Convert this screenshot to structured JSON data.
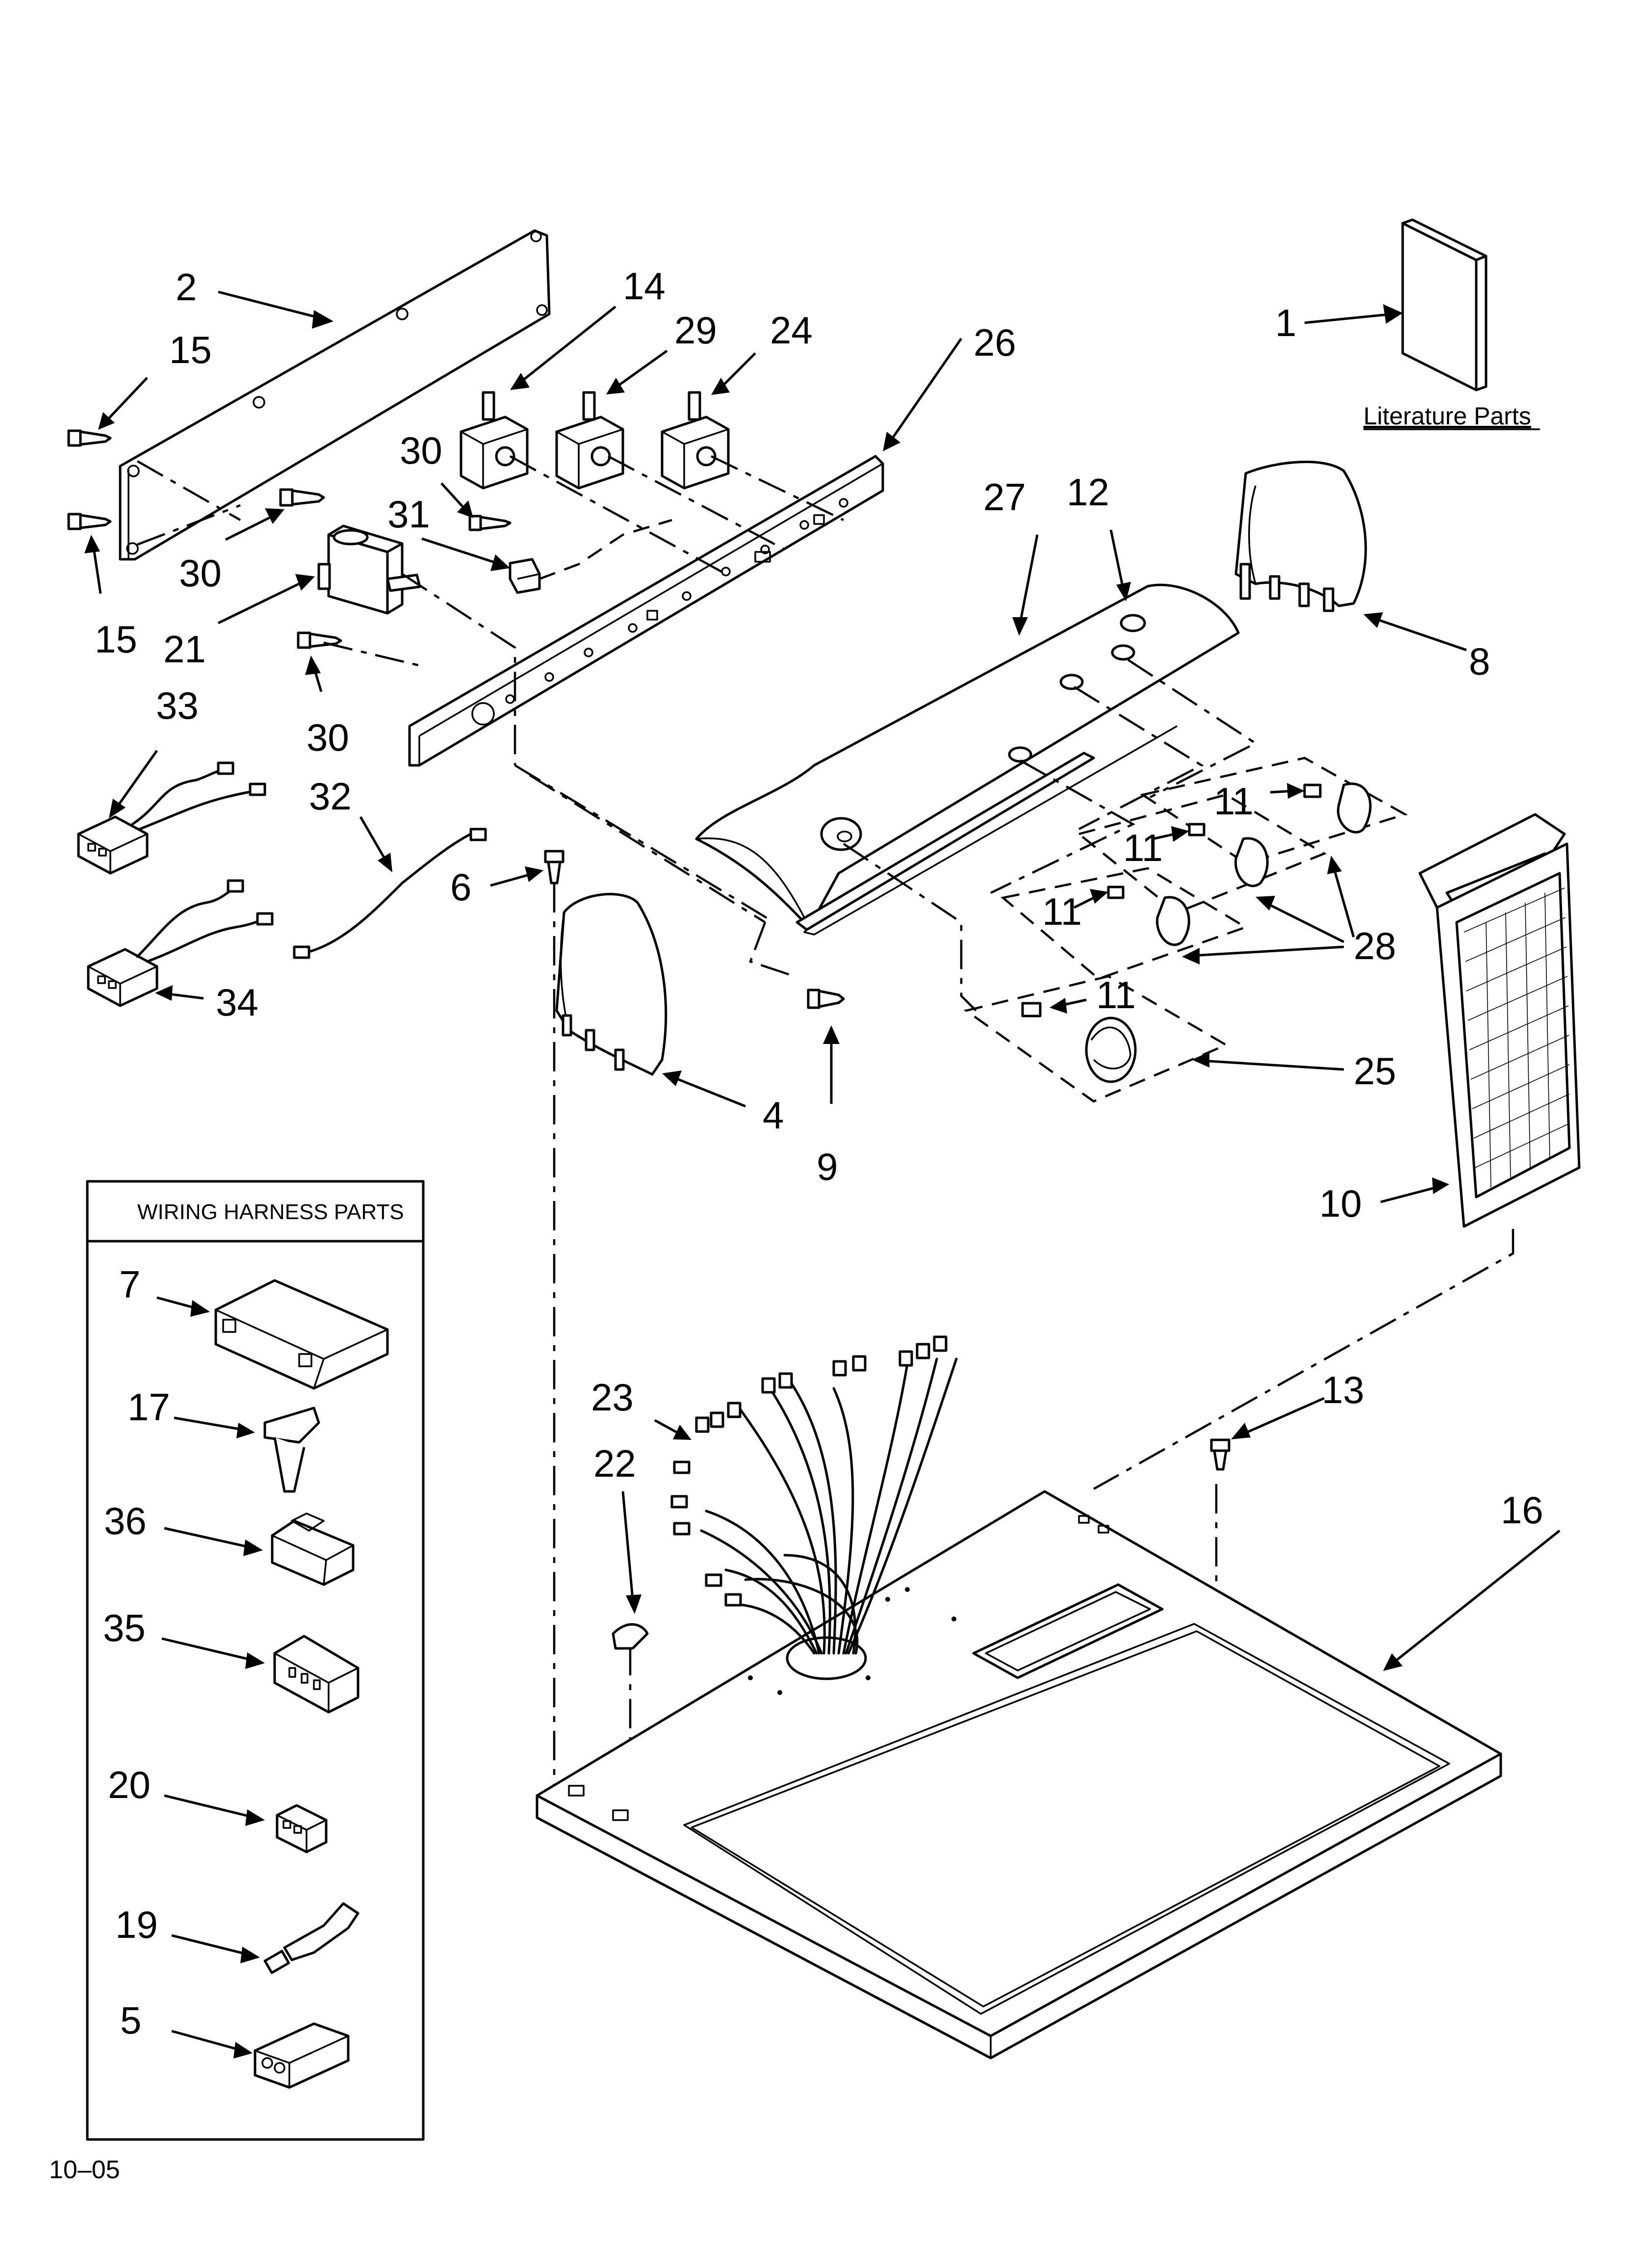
{
  "callouts": {
    "c1": "1",
    "c2": "2",
    "c4": "4",
    "c5": "5",
    "c6": "6",
    "c7": "7",
    "c8": "8",
    "c9": "9",
    "c10": "10",
    "c11": "11",
    "c12": "12",
    "c13": "13",
    "c14": "14",
    "c15": "15",
    "c16": "16",
    "c17": "17",
    "c19": "19",
    "c20": "20",
    "c21": "21",
    "c22": "22",
    "c23": "23",
    "c24": "24",
    "c25": "25",
    "c26": "26",
    "c27": "27",
    "c28": "28",
    "c29": "29",
    "c30": "30",
    "c31": "31",
    "c32": "32",
    "c33": "33",
    "c34": "34",
    "c35": "35",
    "c36": "36"
  },
  "literature_label": "Literature Parts",
  "wiring_box_title": "WIRING HARNESS PARTS",
  "revision_code": "10–05"
}
